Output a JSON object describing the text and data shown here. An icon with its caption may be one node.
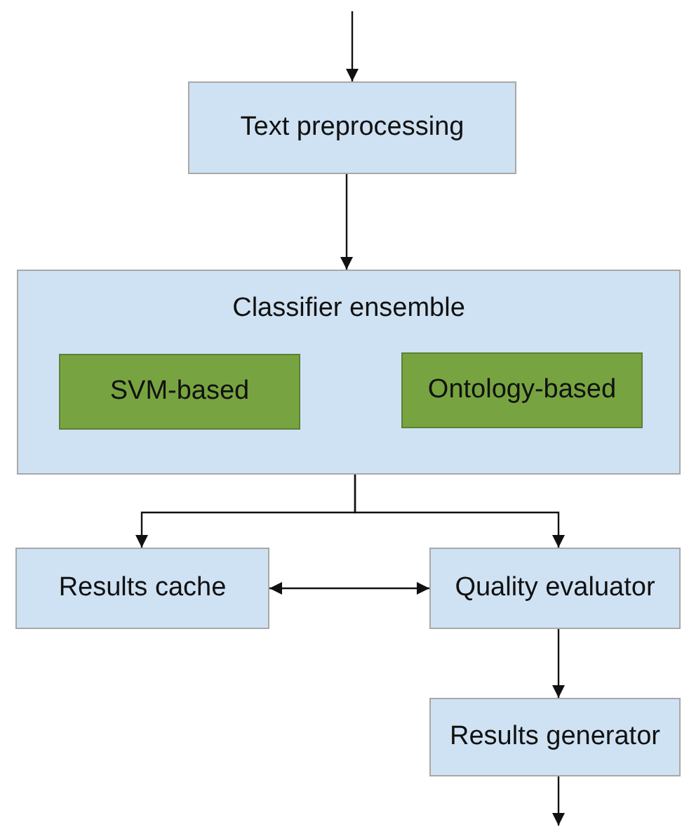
{
  "diagram": {
    "nodes": [
      {
        "text": [
          "Text preprocessing"
        ]
      },
      {
        "text": [
          "Classifier ensemble"
        ]
      },
      {
        "text": [
          "SVM-based"
        ],
        "in": 1
      },
      {
        "text": [
          "Ontology-based"
        ],
        "in": 1
      },
      {
        "text": [
          "Results cache"
        ]
      },
      {
        "text": [
          "Quality evaluator"
        ]
      },
      {
        "text": [
          "Results generator"
        ]
      }
    ],
    "edges": [
      {
        "from": null,
        "to": 0,
        "arrow": "to"
      },
      {
        "from": 0,
        "to": 1,
        "arrow": "to"
      },
      {
        "from": 1,
        "to": 4,
        "arrow": "to"
      },
      {
        "from": 1,
        "to": 5,
        "arrow": "to"
      },
      {
        "from": 4,
        "to": 5,
        "arrow": "both"
      },
      {
        "from": 5,
        "to": 6,
        "arrow": "to"
      },
      {
        "from": 6,
        "to": null,
        "arrow": "to"
      }
    ]
  }
}
